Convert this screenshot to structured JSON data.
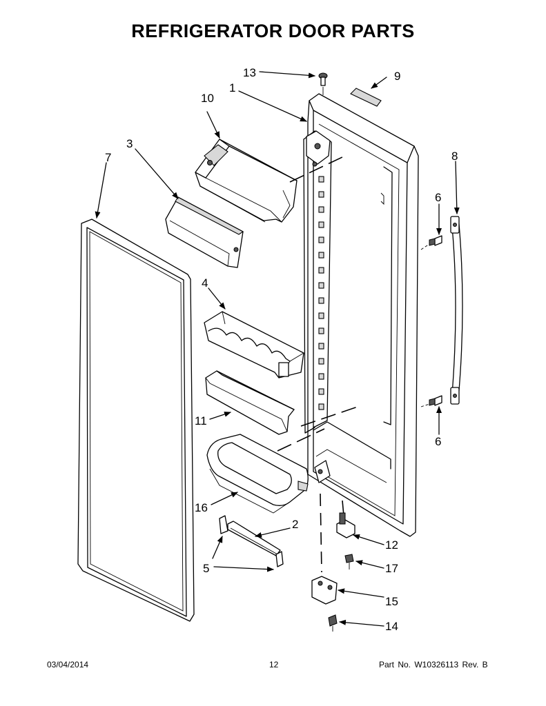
{
  "title": "REFRIGERATOR DOOR PARTS",
  "callouts": [
    {
      "id": "c1",
      "label": "1"
    },
    {
      "id": "c2",
      "label": "2"
    },
    {
      "id": "c3",
      "label": "3"
    },
    {
      "id": "c4",
      "label": "4"
    },
    {
      "id": "c5",
      "label": "5"
    },
    {
      "id": "c6a",
      "label": "6"
    },
    {
      "id": "c6b",
      "label": "6"
    },
    {
      "id": "c7",
      "label": "7"
    },
    {
      "id": "c8",
      "label": "8"
    },
    {
      "id": "c9",
      "label": "9"
    },
    {
      "id": "c10",
      "label": "10"
    },
    {
      "id": "c11",
      "label": "11"
    },
    {
      "id": "c12",
      "label": "12"
    },
    {
      "id": "c13",
      "label": "13"
    },
    {
      "id": "c14",
      "label": "14"
    },
    {
      "id": "c15",
      "label": "15"
    },
    {
      "id": "c16",
      "label": "16"
    },
    {
      "id": "c17",
      "label": "17"
    }
  ],
  "footer": {
    "date": "03/04/2014",
    "page": "12",
    "part": "Part No.  W10326113  Rev.  B"
  }
}
